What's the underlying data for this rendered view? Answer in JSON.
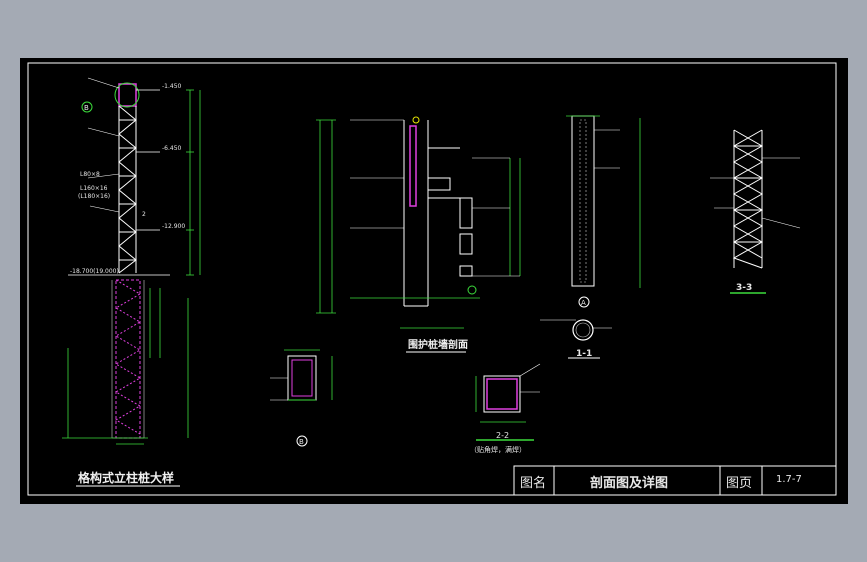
{
  "sheet": {
    "background": "#000000",
    "frame_color": "#ffffff",
    "line_colors": {
      "white": "#ffffff",
      "green": "#3cdc3c",
      "magenta": "#e040e0",
      "cyan": "#40e0e0",
      "yellow": "#e6e600"
    }
  },
  "views": {
    "lattice_pile_title": "格构式立柱桩大样",
    "retaining_pile_title": "围护桩墙剖面",
    "section_1_1": "1-1",
    "section_2_2": "2-2",
    "section_2_2_note": "（贴角焊，满焊）",
    "section_3_3": "3-3",
    "detail_a_mark": "A",
    "detail_b_mark": "B"
  },
  "lattice_labels": {
    "elev_top": "-1.450",
    "elev_mid1": "-6.450",
    "elev_mid2": "-12.900",
    "elev_pile": "-18.700(19.000)",
    "angle_1": "L80×8",
    "angle_2": "L160×16",
    "angle_3": "(L180×16)",
    "label_b": "B",
    "label_2": "2"
  },
  "title_block": {
    "drawing_name_label": "图名",
    "drawing_name": "剖面图及详图",
    "page_label": "图页",
    "page_number": "1.7-7"
  }
}
